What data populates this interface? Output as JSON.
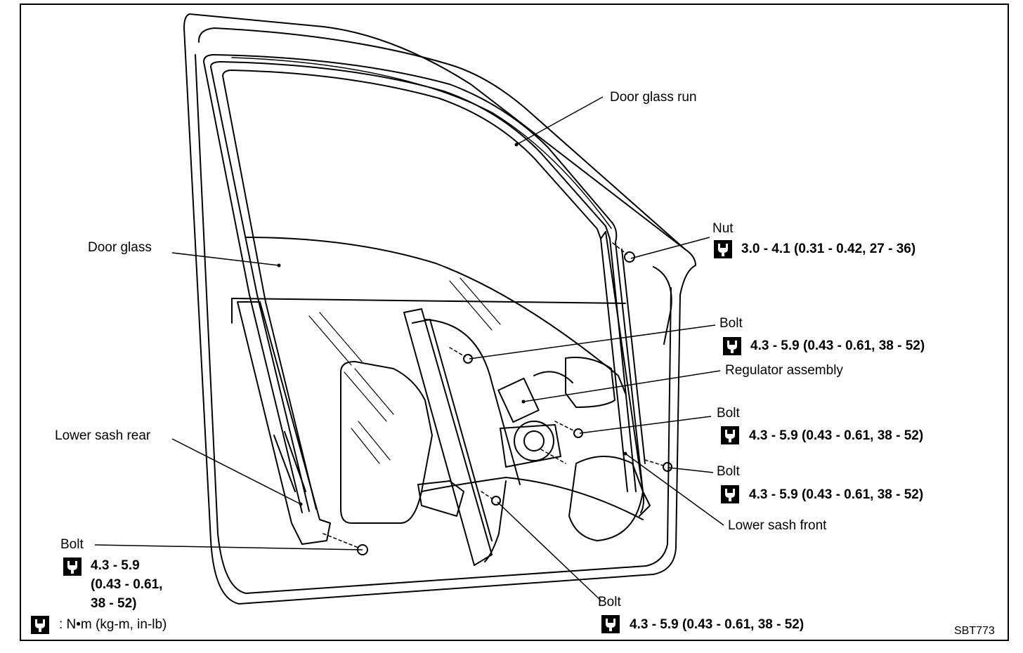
{
  "labels": {
    "door_glass_run": "Door glass run",
    "nut": "Nut",
    "door_glass": "Door glass",
    "bolt_upper": "Bolt",
    "regulator_assembly": "Regulator assembly",
    "bolt_middle": "Bolt",
    "bolt_right_lower": "Bolt",
    "lower_sash_rear": "Lower sash rear",
    "lower_sash_front": "Lower sash front",
    "bolt_left": "Bolt",
    "bolt_bottom": "Bolt"
  },
  "torque": {
    "nut": "3.0 - 4.1 (0.31 - 0.42, 27 - 36)",
    "bolt_upper": "4.3 - 5.9 (0.43 - 0.61, 38 - 52)",
    "bolt_middle": "4.3 - 5.9 (0.43 - 0.61, 38 - 52)",
    "bolt_right_lower": "4.3 - 5.9 (0.43 - 0.61, 38 - 52)",
    "bolt_left_lines": [
      "4.3 - 5.9",
      "(0.43 - 0.61,",
      "38 - 52)"
    ],
    "bolt_bottom": "4.3 - 5.9 (0.43 - 0.61, 38 - 52)"
  },
  "legend": ": N•m (kg-m, in-lb)",
  "figure_code": "SBT773",
  "icon": "torque-wrench-icon"
}
